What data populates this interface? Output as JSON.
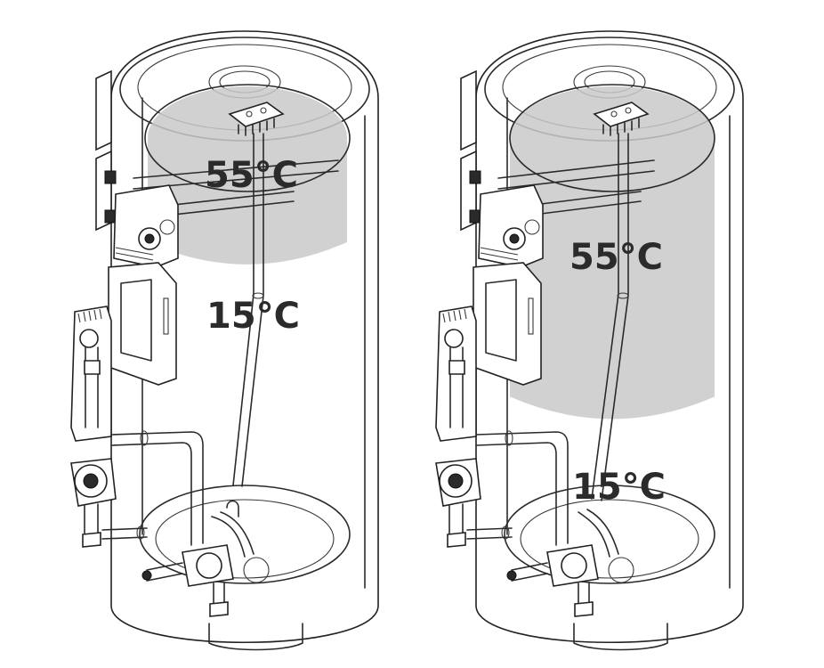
{
  "left_cylinder": {
    "top_temperature": "55°C",
    "bottom_temperature": "15°C",
    "heated_fraction": 0.33
  },
  "right_cylinder": {
    "top_temperature": "55°C",
    "bottom_temperature": "15°C",
    "heated_fraction": 0.72
  },
  "colors": {
    "hot_water_zone": "#c9c9c9",
    "line": "#2a2a2a",
    "background": "#ffffff"
  }
}
